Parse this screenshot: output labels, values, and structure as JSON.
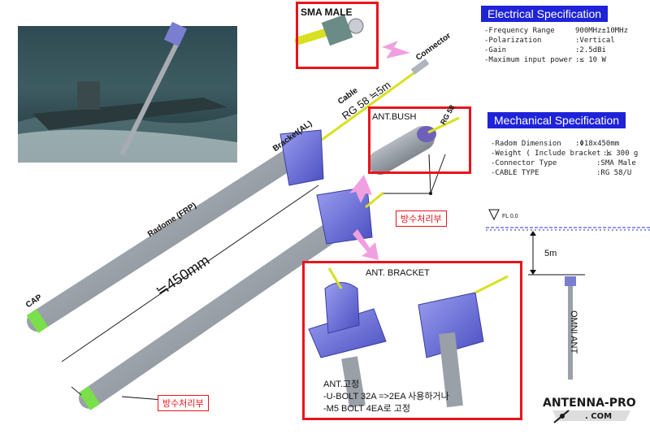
{
  "electrical": {
    "header": "Electrical Specification",
    "rows": [
      {
        "label": "-Frequency Range",
        "value": "900MHz±10MHz"
      },
      {
        "label": "-Polarization",
        "value": ":Vertical"
      },
      {
        "label": "-Gain",
        "value": ":2.5dBi"
      },
      {
        "label": "-Maximum input power",
        "value": ":≤ 10 W"
      }
    ]
  },
  "mechanical": {
    "header": "Mechanical Specification",
    "rows": [
      {
        "label": "-Radom Dimension",
        "value": ":Φ18x450mm"
      },
      {
        "label": "-Weight ( Include bracket )",
        "value": ":≤ 300 g"
      },
      {
        "label": "-Connector Type",
        "value": ":SMA Male"
      },
      {
        "label": "-CABLE TYPE",
        "value": ":RG 58/U"
      }
    ]
  },
  "labels": {
    "sma_male": "SMA MALE",
    "connector": "Connector",
    "cable": "Cable",
    "cable_spec": "RG 58 ≒5m",
    "bracket_al": "Bracket(AL)",
    "ant_bush": "ANT.BUSH",
    "rg58": "RG 58",
    "radome": "Radome (FRP)",
    "cap": "CAP",
    "length": "≒450mm",
    "waterproof_1": "방수처리부",
    "waterproof_2": "방수처리부",
    "ant_bracket": "ANT. BRACKET",
    "fixing_title": "ANT.고정",
    "fixing_line1": "-U-BOLT 32A  =>2EA 사용하거나",
    "fixing_line2": "-M5 BOLT 4EA로 고정",
    "fl": "FL 0.0",
    "height": "5m",
    "omni": "OMNI ANT"
  },
  "logo": {
    "line1": "ANTENNA-PRO",
    "line2": ". COM"
  },
  "colors": {
    "spec_header_bg": "#1f23d8",
    "highlight_red": "#e8141c",
    "radome_gray": "#9aa0a8",
    "bracket_blue": "#6e72d8",
    "cable_yellow": "#d8e020",
    "cap_green": "#7ae04a",
    "arrow_pink": "#f0a0e0"
  }
}
